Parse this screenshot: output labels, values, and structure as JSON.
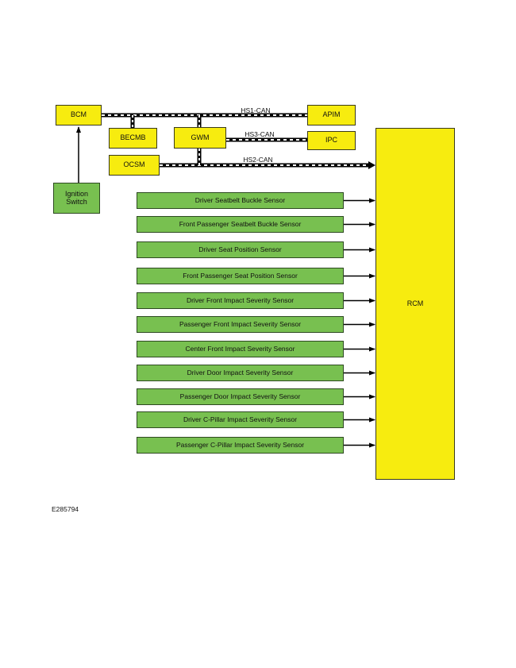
{
  "modules": {
    "bcm": "BCM",
    "apim": "APIM",
    "becmb": "BECMB",
    "gwm": "GWM",
    "ipc": "IPC",
    "ocsm": "OCSM",
    "rcm": "RCM"
  },
  "ignition": {
    "line1": "Ignition",
    "line2": "Switch"
  },
  "buses": {
    "hs1": "HS1-CAN",
    "hs2": "HS2-CAN",
    "hs3": "HS3-CAN"
  },
  "sensors": [
    "Driver Seatbelt Buckle Sensor",
    "Front Passenger Seatbelt Buckle Sensor",
    "Driver Seat Position Sensor",
    "Front Passenger Seat Position Sensor",
    "Driver Front Impact Severity Sensor",
    "Passenger Front Impact Severity Sensor",
    "Center Front Impact Severity Sensor",
    "Driver Door Impact Severity Sensor",
    "Passenger Door Impact Severity Sensor",
    "Driver C-Pillar Impact Severity Sensor",
    "Passenger C-Pillar Impact Severity Sensor"
  ],
  "figure_id": "E285794",
  "colors": {
    "module_fill": "#f7ec0f",
    "sensor_fill": "#78c050",
    "line": "#000000"
  }
}
